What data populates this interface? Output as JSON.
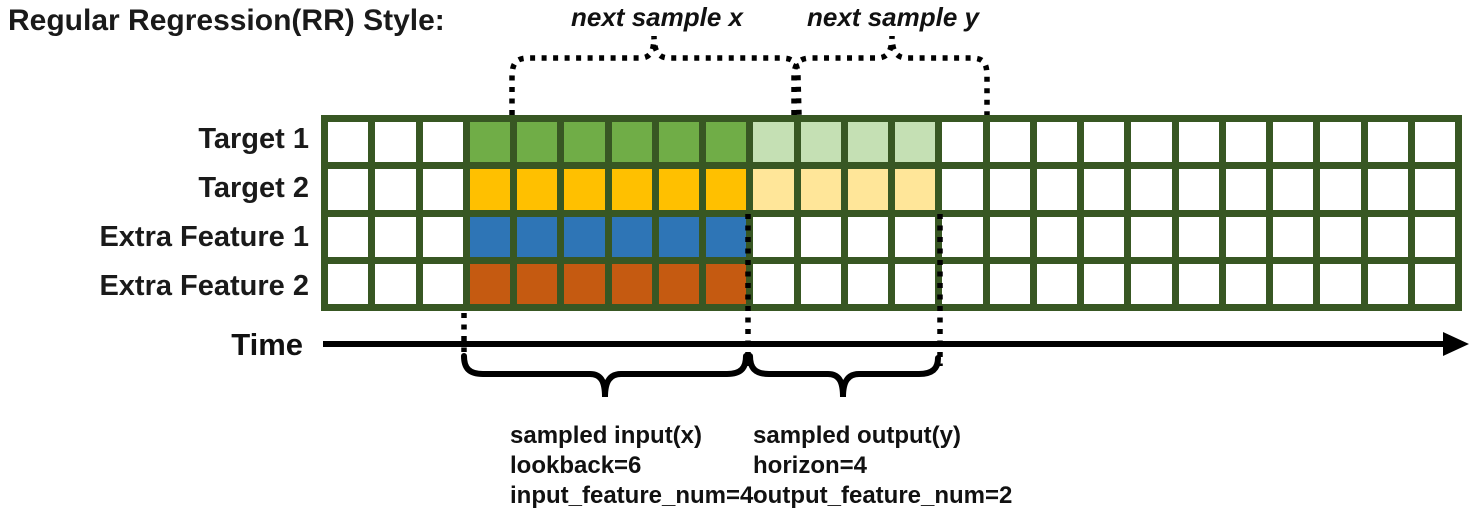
{
  "title": "Regular Regression(RR) Style:",
  "annotations": {
    "next_sample_x": "next sample x",
    "next_sample_y": "next sample y",
    "time_label": "Time",
    "input_block": {
      "line1": "sampled input(x)",
      "line2": "lookback=6",
      "line3": "input_feature_num=4"
    },
    "output_block": {
      "line1": "sampled output(y)",
      "line2": "horizon=4",
      "line3": "output_feature_num=2"
    }
  },
  "colors": {
    "grid_border": "#385723",
    "target1_input": "#70AD47",
    "target1_output": "#C5E0B4",
    "target2_input": "#FFC000",
    "target2_output": "#FFE699",
    "extra1_input": "#2E75B6",
    "extra2_input": "#C55A11",
    "empty_cell": "#FFFFFF",
    "ink": "#000000"
  },
  "grid": {
    "columns": 24,
    "lookback": 6,
    "horizon": 4,
    "rows": [
      {
        "label": "Target 1",
        "segments": [
          {
            "count": 3,
            "color": "#FFFFFF"
          },
          {
            "count": 6,
            "color": "#70AD47"
          },
          {
            "count": 4,
            "color": "#C5E0B4"
          },
          {
            "count": 11,
            "color": "#FFFFFF"
          }
        ]
      },
      {
        "label": "Target 2",
        "segments": [
          {
            "count": 3,
            "color": "#FFFFFF"
          },
          {
            "count": 6,
            "color": "#FFC000"
          },
          {
            "count": 4,
            "color": "#FFE699"
          },
          {
            "count": 11,
            "color": "#FFFFFF"
          }
        ]
      },
      {
        "label": "Extra Feature 1",
        "segments": [
          {
            "count": 3,
            "color": "#FFFFFF"
          },
          {
            "count": 6,
            "color": "#2E75B6"
          },
          {
            "count": 15,
            "color": "#FFFFFF"
          }
        ]
      },
      {
        "label": "Extra Feature 2",
        "segments": [
          {
            "count": 3,
            "color": "#FFFFFF"
          },
          {
            "count": 6,
            "color": "#C55A11"
          },
          {
            "count": 15,
            "color": "#FFFFFF"
          }
        ]
      }
    ]
  }
}
